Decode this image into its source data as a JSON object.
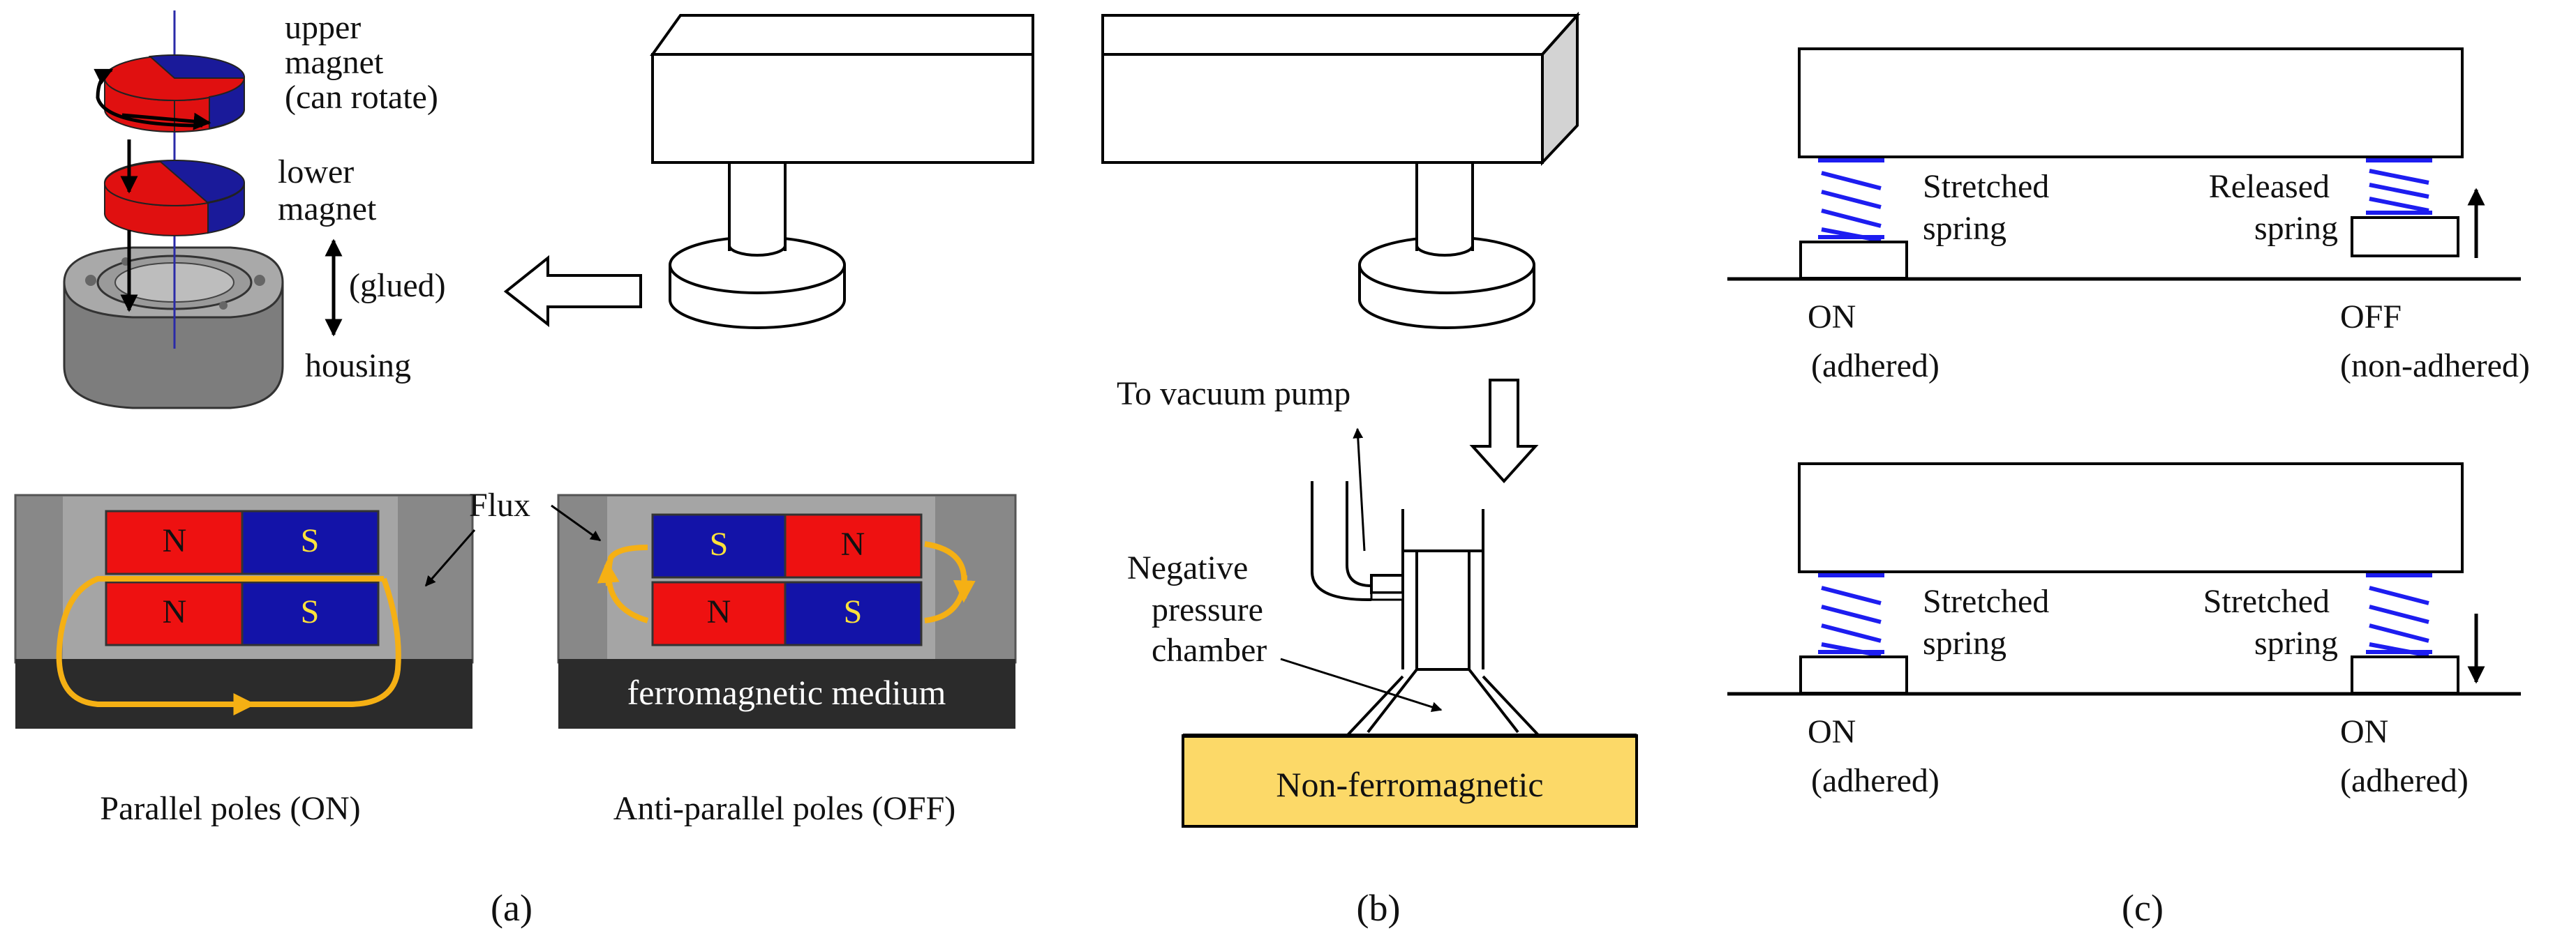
{
  "panel_a": {
    "upper_magnet": [
      "upper",
      "magnet",
      "(can rotate)"
    ],
    "lower_magnet": [
      "lower",
      "magnet"
    ],
    "glued": "(glued)",
    "housing": "housing",
    "flux": "Flux",
    "poles_on": [
      [
        "N",
        "S"
      ],
      [
        "N",
        "S"
      ]
    ],
    "poles_off": [
      [
        "S",
        "N"
      ],
      [
        "N",
        "S"
      ]
    ],
    "medium": "ferromagnetic medium",
    "caption_on": "Parallel poles (ON)",
    "caption_off": "Anti-parallel poles (OFF)",
    "label": "(a)"
  },
  "panel_b": {
    "vacuum": "To vacuum pump",
    "chamber": [
      "Negative",
      "pressure",
      "chamber"
    ],
    "surface": "Non-ferromagnetic",
    "label": "(b)"
  },
  "panel_c": {
    "top": {
      "left_spring": [
        "Stretched",
        "spring"
      ],
      "right_spring": [
        "Released",
        "spring"
      ],
      "left_state": [
        "ON",
        "(adhered)"
      ],
      "right_state": [
        "OFF",
        "(non-adhered)"
      ]
    },
    "bottom": {
      "left_spring": [
        "Stretched",
        "spring"
      ],
      "right_spring": [
        "Stretched",
        "spring"
      ],
      "left_state": [
        "ON",
        "(adhered)"
      ],
      "right_state": [
        "ON",
        "(adhered)"
      ]
    },
    "label": "(c)"
  },
  "colors": {
    "magnet_red": "#ee1111",
    "magnet_blue": "#1313a8",
    "flux": "#f5b014",
    "housing": "#8a8a8a",
    "medium": "#2b2b2b",
    "surface": "#fcd968",
    "spring": "#1d1df0",
    "pole_s_text": "#ffe23a"
  }
}
